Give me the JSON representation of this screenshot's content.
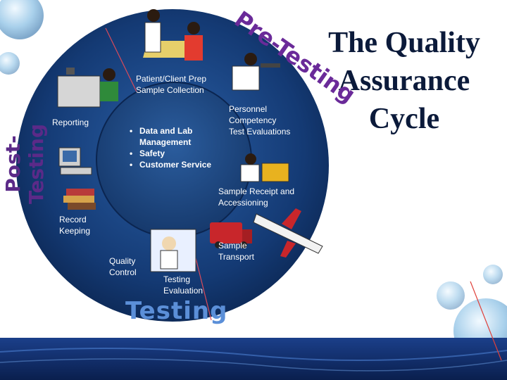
{
  "title": [
    "The Quality",
    "Assurance",
    "Cycle"
  ],
  "phases": {
    "pre": "Pre-Testing",
    "post": "Post-Testing",
    "testing": "Testing"
  },
  "steps": {
    "patient_prep": "Patient/Client Prep\nSample Collection",
    "personnel": "Personnel\nCompetency\nTest Evaluations",
    "sample_receipt": "Sample Receipt and\nAccessioning",
    "sample_transport": "Sample\nTransport",
    "testing_eval": "Testing\nEvaluation",
    "quality_control": "Quality\nControl",
    "record_keeping": "Record\nKeeping",
    "reporting": "Reporting"
  },
  "center": [
    "Data and Lab Management",
    "Safety",
    "Customer Service"
  ],
  "colors": {
    "ring": "#0f2f63",
    "inner": "#1c4a86",
    "pre_text": "#6a2a99",
    "testing_text": "#5b8fd8",
    "title": "#0b1a3a"
  }
}
